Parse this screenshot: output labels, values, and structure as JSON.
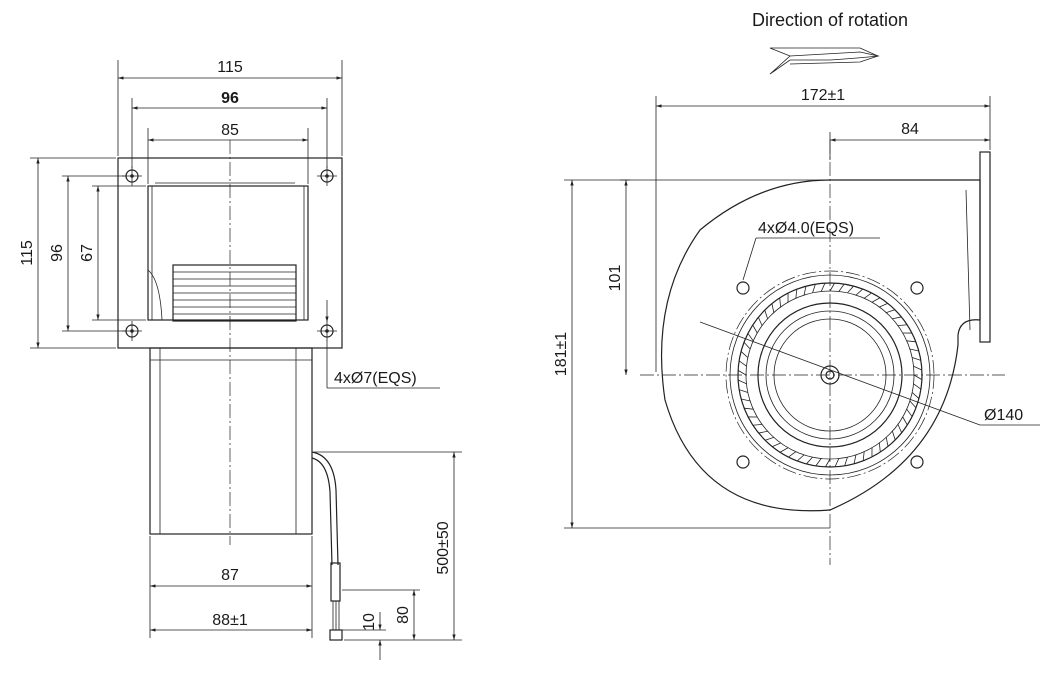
{
  "title": "Direction of rotation",
  "left_view": {
    "dim_width_flange": "115",
    "dim_width_holes": "96",
    "dim_width_opening": "85",
    "dim_height_flange": "115",
    "dim_height_holes": "96",
    "dim_height_opening": "67",
    "dim_mount_holes": "4xØ7(EQS)",
    "dim_motor_width": "87",
    "dim_total_width": "88±1",
    "dim_cable_length": "500±50",
    "dim_cable_strip": "80",
    "dim_wire_strip": "10"
  },
  "right_view": {
    "dim_total_width": "172±1",
    "dim_outlet_offset": "84",
    "dim_total_height": "181±1",
    "dim_center_height": "101",
    "dim_motor_holes": "4xØ4.0(EQS)",
    "dim_hole_circle": "Ø140"
  }
}
